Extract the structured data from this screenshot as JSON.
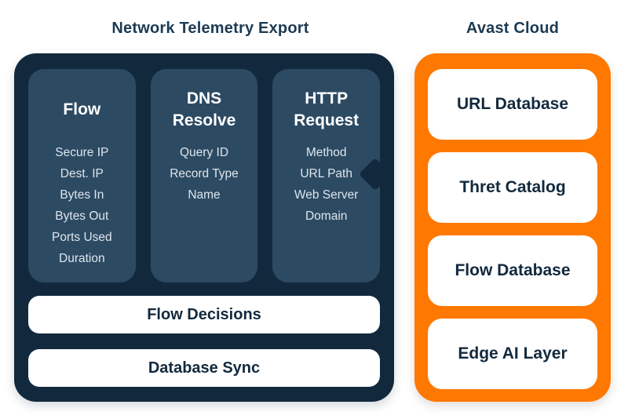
{
  "titles": {
    "left": "Network Telemetry Export",
    "right": "Avast Cloud"
  },
  "left_panel": {
    "columns": [
      {
        "title": "Flow",
        "items": [
          "Secure IP",
          "Dest. IP",
          "Bytes In",
          "Bytes Out",
          "Ports Used",
          "Duration"
        ]
      },
      {
        "title": "DNS Resolve",
        "items": [
          "Query ID",
          "Record Type",
          "Name"
        ]
      },
      {
        "title": "HTTP Request",
        "items": [
          "Method",
          "URL Path",
          "Web Server Domain"
        ]
      }
    ],
    "bars": [
      "Flow Decisions",
      "Database Sync"
    ]
  },
  "right_panel": {
    "boxes": [
      "URL Database",
      "Thret Catalog",
      "Flow Database",
      "Edge AI Layer"
    ]
  },
  "colors": {
    "panel_navy": "#12293D",
    "column_slate": "#2D4A63",
    "cloud_orange": "#FF7800",
    "box_white": "#FFFFFF",
    "title_text": "#1C3A52",
    "item_text": "#DDE6ED"
  }
}
